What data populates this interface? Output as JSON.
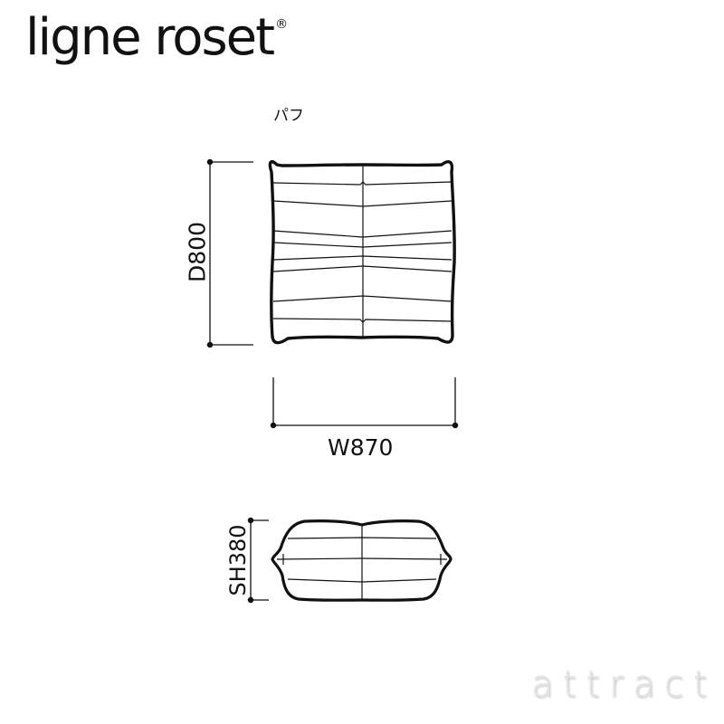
{
  "brand": {
    "name": "ligne roset",
    "registered_mark": "®"
  },
  "product": {
    "title": "パフ"
  },
  "dimensions": {
    "depth": "D800",
    "width": "W870",
    "seat_height": "SH380"
  },
  "views": {
    "top": "top-view",
    "side": "side-view"
  },
  "watermark": {
    "text": "attract"
  },
  "colors": {
    "line": "#111111",
    "background": "#ffffff",
    "watermark": "#e4e4e4"
  }
}
